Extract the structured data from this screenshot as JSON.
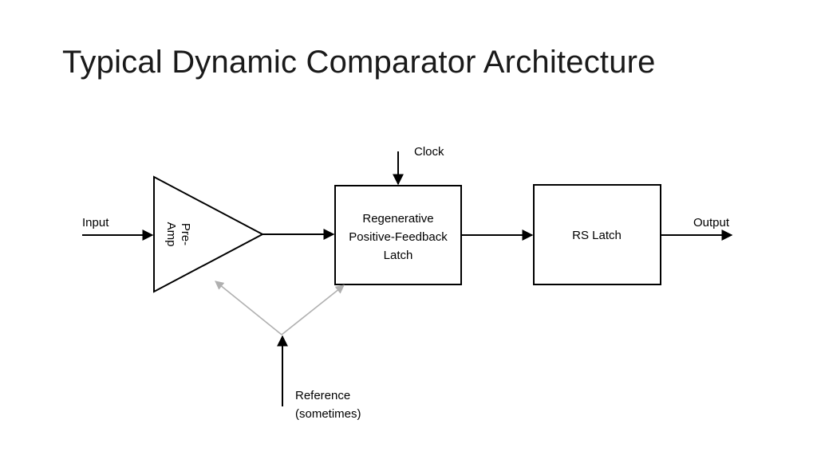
{
  "slide": {
    "title": "Typical Dynamic Comparator Architecture"
  },
  "diagram": {
    "input_label": "Input",
    "output_label": "Output",
    "clock_label": "Clock",
    "preamp": {
      "line1": "Pre-",
      "line2": "Amp"
    },
    "regen_latch": {
      "line1": "Regenerative",
      "line2": "Positive-Feedback",
      "line3": "Latch"
    },
    "rs_latch": {
      "label": "RS Latch"
    },
    "reference": {
      "line1": "Reference",
      "line2": "(sometimes)"
    },
    "colors": {
      "stroke": "#000000",
      "reference_arrow": "#b0b0b0"
    }
  }
}
